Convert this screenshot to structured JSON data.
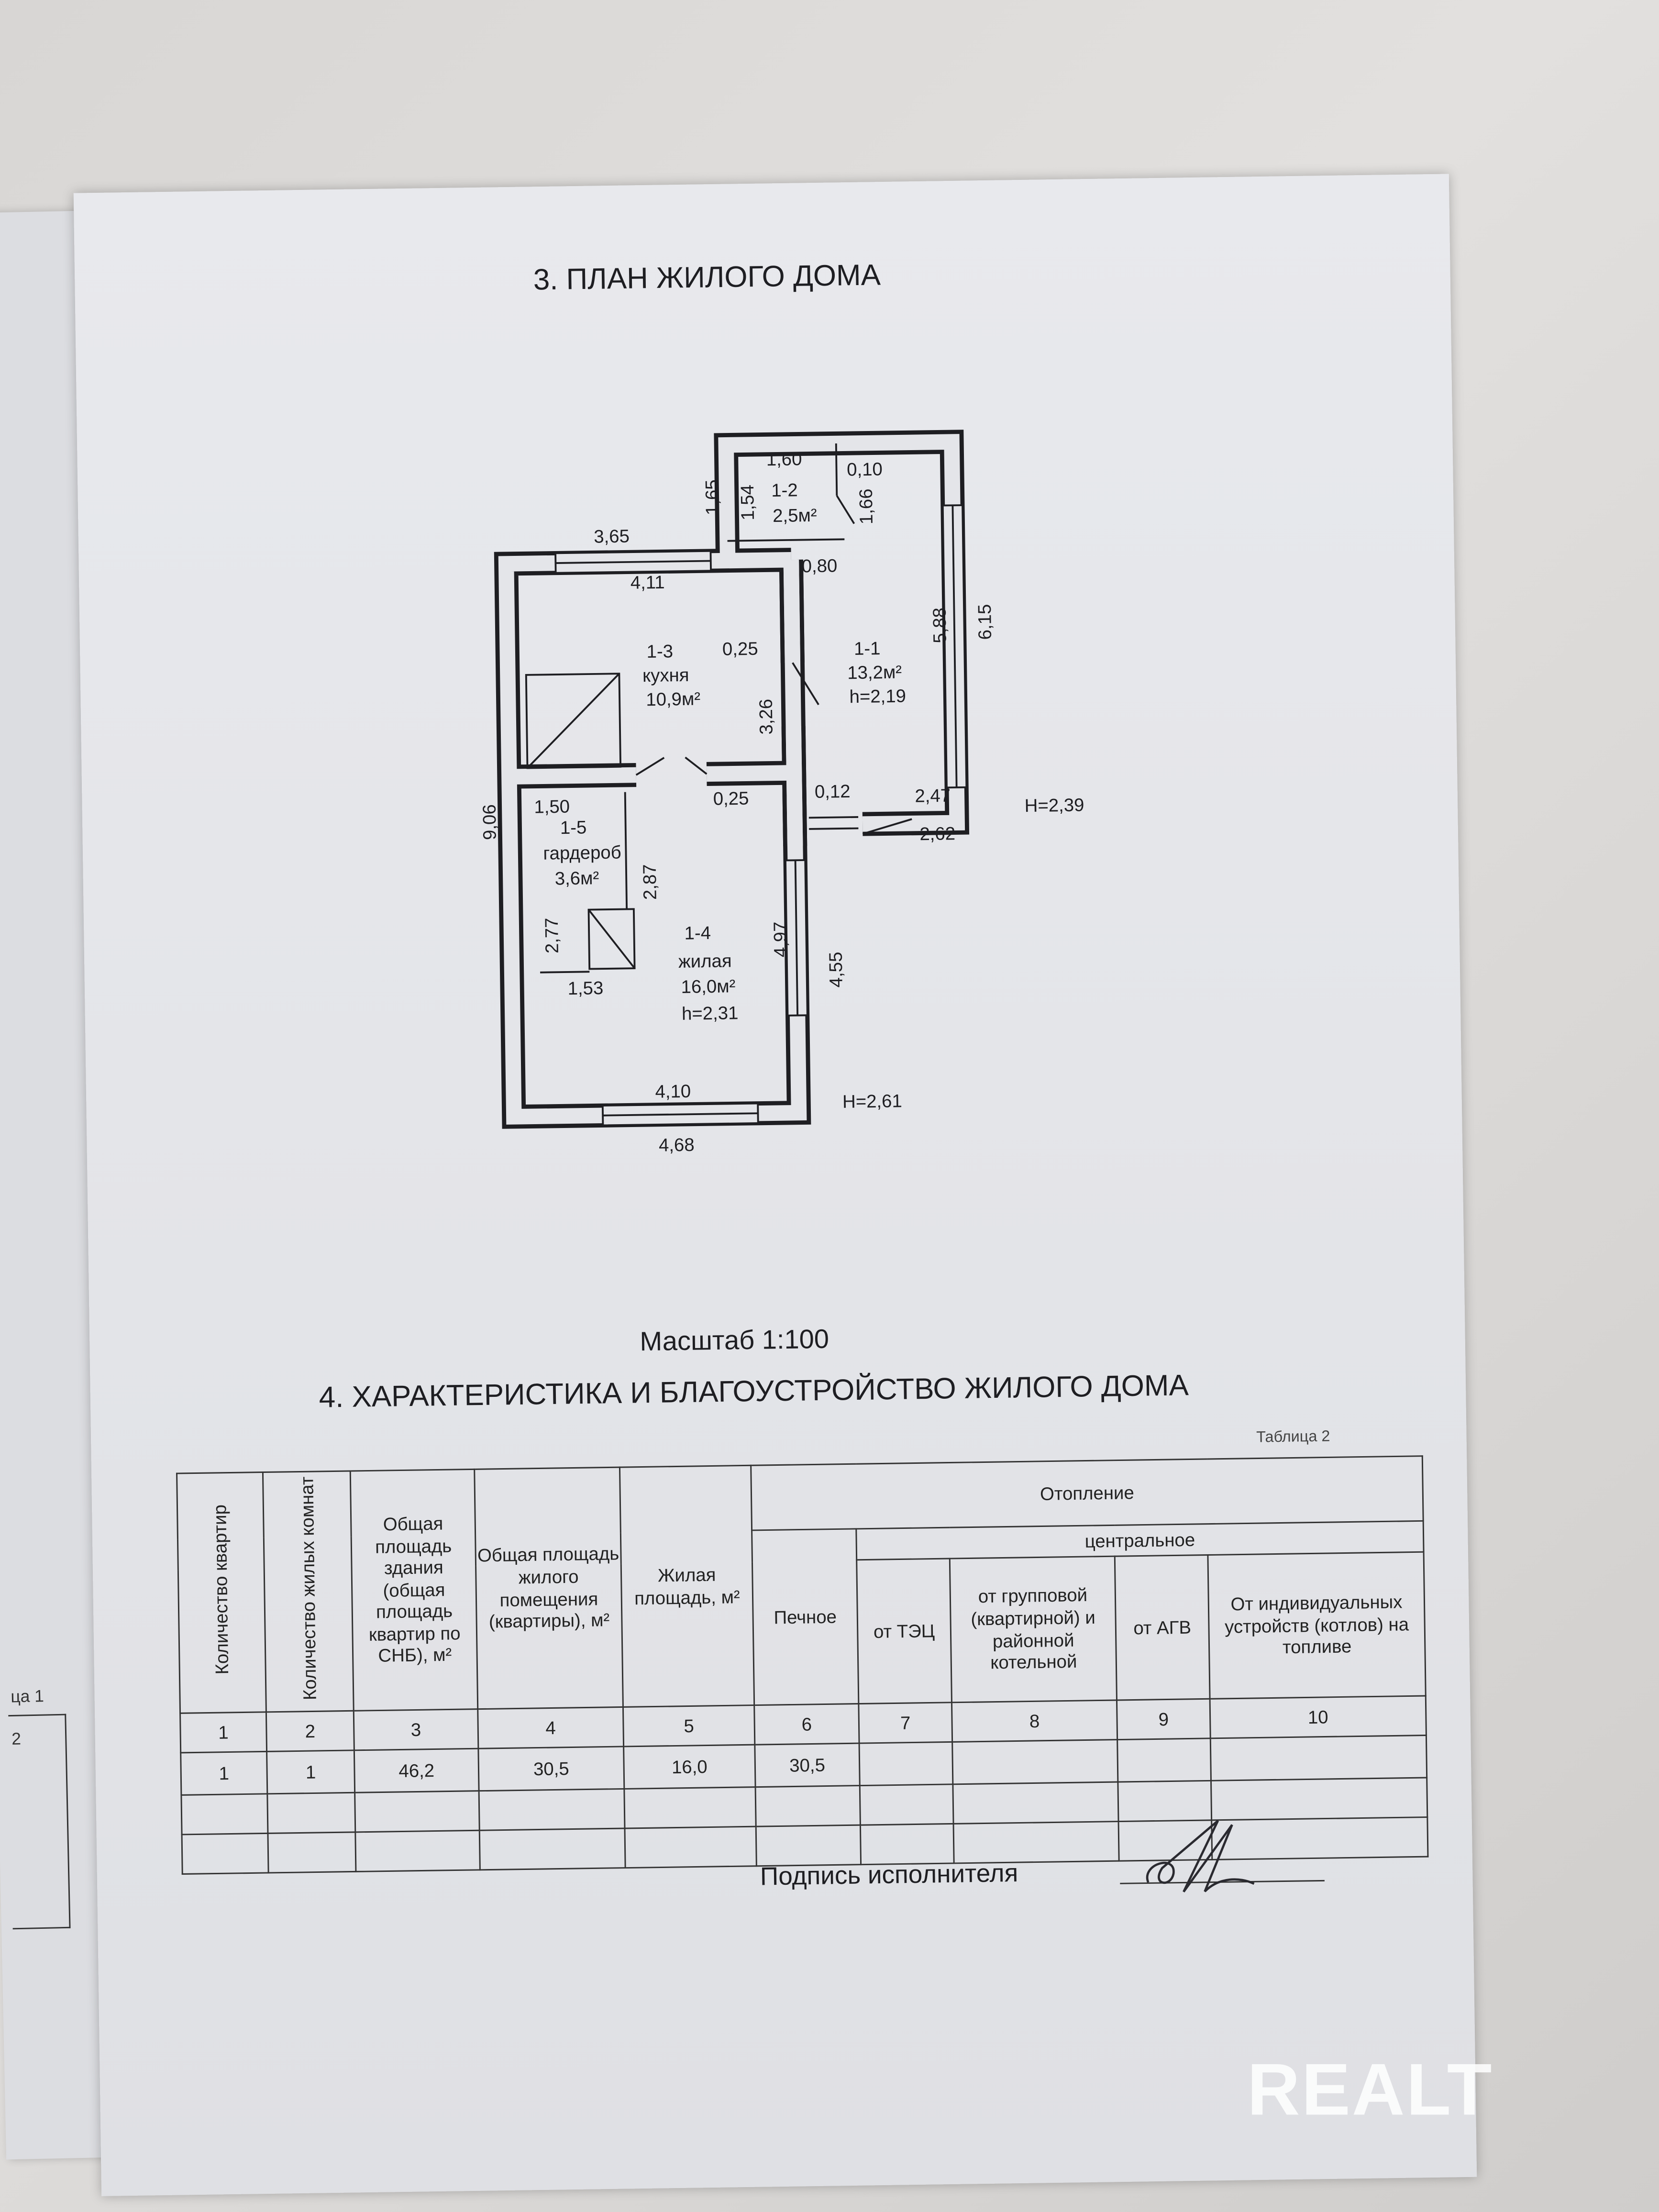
{
  "left_page": {
    "fragment1": "ца 1",
    "fragment2": "2"
  },
  "section3": {
    "title": "3. ПЛАН ЖИЛОГО ДОМА"
  },
  "plan": {
    "rooms": [
      {
        "id": "1-1",
        "name": "",
        "area": "13,2м²",
        "height": "h=2,19"
      },
      {
        "id": "1-2",
        "name": "",
        "area": "2,5м²",
        "height": ""
      },
      {
        "id": "1-3",
        "name": "кухня",
        "area": "10,9м²",
        "height": ""
      },
      {
        "id": "1-4",
        "name": "жилая",
        "area": "16,0м²",
        "height": "h=2,31"
      },
      {
        "id": "1-5",
        "name": "гардероб",
        "area": "3,6м²",
        "height": ""
      }
    ],
    "dims": {
      "d365": "3,65",
      "d411": "4,11",
      "d165": "1,65",
      "d154": "1,54",
      "d160": "1,60",
      "d010": "0,10",
      "d166": "1,66",
      "d080": "0,80",
      "d588": "5,88",
      "d615": "6,15",
      "d025a": "0,25",
      "d326": "3,26",
      "d906": "9,06",
      "d150": "1,50",
      "d025b": "0,25",
      "d012": "0,12",
      "d247": "2,47",
      "d262": "2,62",
      "d287": "2,87",
      "d277": "2,77",
      "d153": "1,53",
      "d497": "4,97",
      "d455": "4,55",
      "d410": "4,10",
      "d468": "4,68"
    },
    "heights": {
      "H239": "H=2,39",
      "H261": "H=2,61"
    }
  },
  "scale": "Масштаб 1:100",
  "section4": {
    "title": "4. ХАРАКТЕРИСТИКА И БЛАГОУСТРОЙСТВО ЖИЛОГО ДОМА",
    "table_label": "Таблица 2"
  },
  "table": {
    "headers": {
      "c1": "Количество квартир",
      "c2": "Количество жилых комнат",
      "c3": "Общая площадь здания (общая площадь квартир по СНБ), м²",
      "c4": "Общая площадь жилого помещения (квартиры), м²",
      "c5": "Жилая площадь, м²",
      "heating": "Отопление",
      "c6": "Печное",
      "central": "центральное",
      "c7": "от ТЭЦ",
      "c8": "от групповой (квартирной) и районной котельной",
      "c9": "от АГВ",
      "c10": "От индивидуальных устройств (котлов) на топливе"
    },
    "numbers": [
      "1",
      "2",
      "3",
      "4",
      "5",
      "6",
      "7",
      "8",
      "9",
      "10"
    ],
    "rows": [
      [
        "1",
        "1",
        "46,2",
        "30,5",
        "16,0",
        "30,5",
        "",
        "",
        "",
        ""
      ],
      [
        "",
        "",
        "",
        "",
        "",
        "",
        "",
        "",
        "",
        ""
      ],
      [
        "",
        "",
        "",
        "",
        "",
        "",
        "",
        "",
        "",
        ""
      ]
    ]
  },
  "signature_label": "Подпись исполнителя",
  "watermark": "REALT"
}
